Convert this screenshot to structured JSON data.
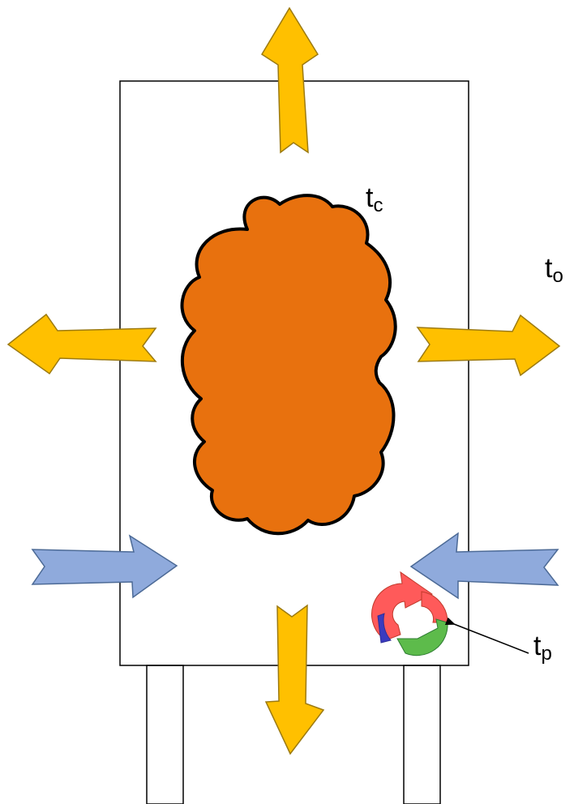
{
  "labels": {
    "chamber_temp": {
      "main": "t",
      "sub": "c"
    },
    "outside_temp": {
      "main": "t",
      "sub": "o"
    },
    "probe_temp": {
      "main": "t",
      "sub": "p"
    }
  },
  "colors": {
    "outflow_arrow": "#FFC000",
    "outflow_arrow_stroke": "#9C7A10",
    "inflow_arrow": "#8FAADC",
    "inflow_arrow_stroke": "#4C6A96",
    "heat_source": "#E8710E",
    "outline": "#000000",
    "cycle_icon_red": "#FF5A5A",
    "cycle_icon_green": "#5DBB4B",
    "cycle_icon_blue": "#3B3BBF"
  },
  "icons": {
    "heat_source": "cloud-shape",
    "probe": "refresh-cycle-icon"
  }
}
